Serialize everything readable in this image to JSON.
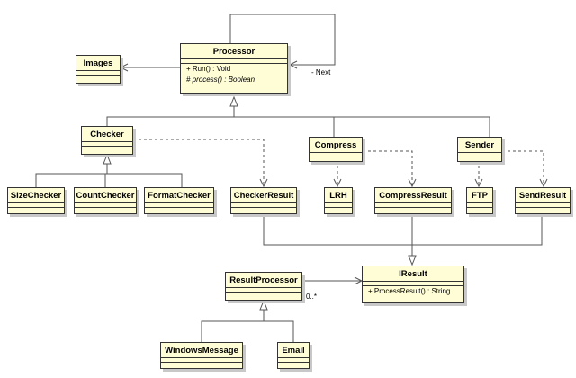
{
  "classes": {
    "processor": {
      "name": "Processor",
      "operations": [
        "+ Run() : Void",
        "# process() : Boolean"
      ]
    },
    "images": {
      "name": "Images"
    },
    "checker": {
      "name": "Checker"
    },
    "compress": {
      "name": "Compress"
    },
    "sender": {
      "name": "Sender"
    },
    "size_checker": {
      "name": "SizeChecker"
    },
    "count_checker": {
      "name": "CountChecker"
    },
    "format_checker": {
      "name": "FormatChecker"
    },
    "checker_result": {
      "name": "CheckerResult"
    },
    "lrh": {
      "name": "LRH"
    },
    "compress_result": {
      "name": "CompressResult"
    },
    "ftp": {
      "name": "FTP"
    },
    "send_result": {
      "name": "SendResult"
    },
    "result_processor": {
      "name": "ResultProcessor"
    },
    "iresult": {
      "name": "IResult",
      "operations": [
        "+ ProcessResult() : String"
      ]
    },
    "windows_message": {
      "name": "WindowsMessage"
    },
    "email": {
      "name": "Email"
    }
  },
  "labels": {
    "next_role": "- Next",
    "multiplicity": "0..*"
  },
  "colors": {
    "class_fill": "#fffdd6",
    "class_border": "#333333",
    "line": "#555555",
    "shadow": "#c8c8c8"
  }
}
